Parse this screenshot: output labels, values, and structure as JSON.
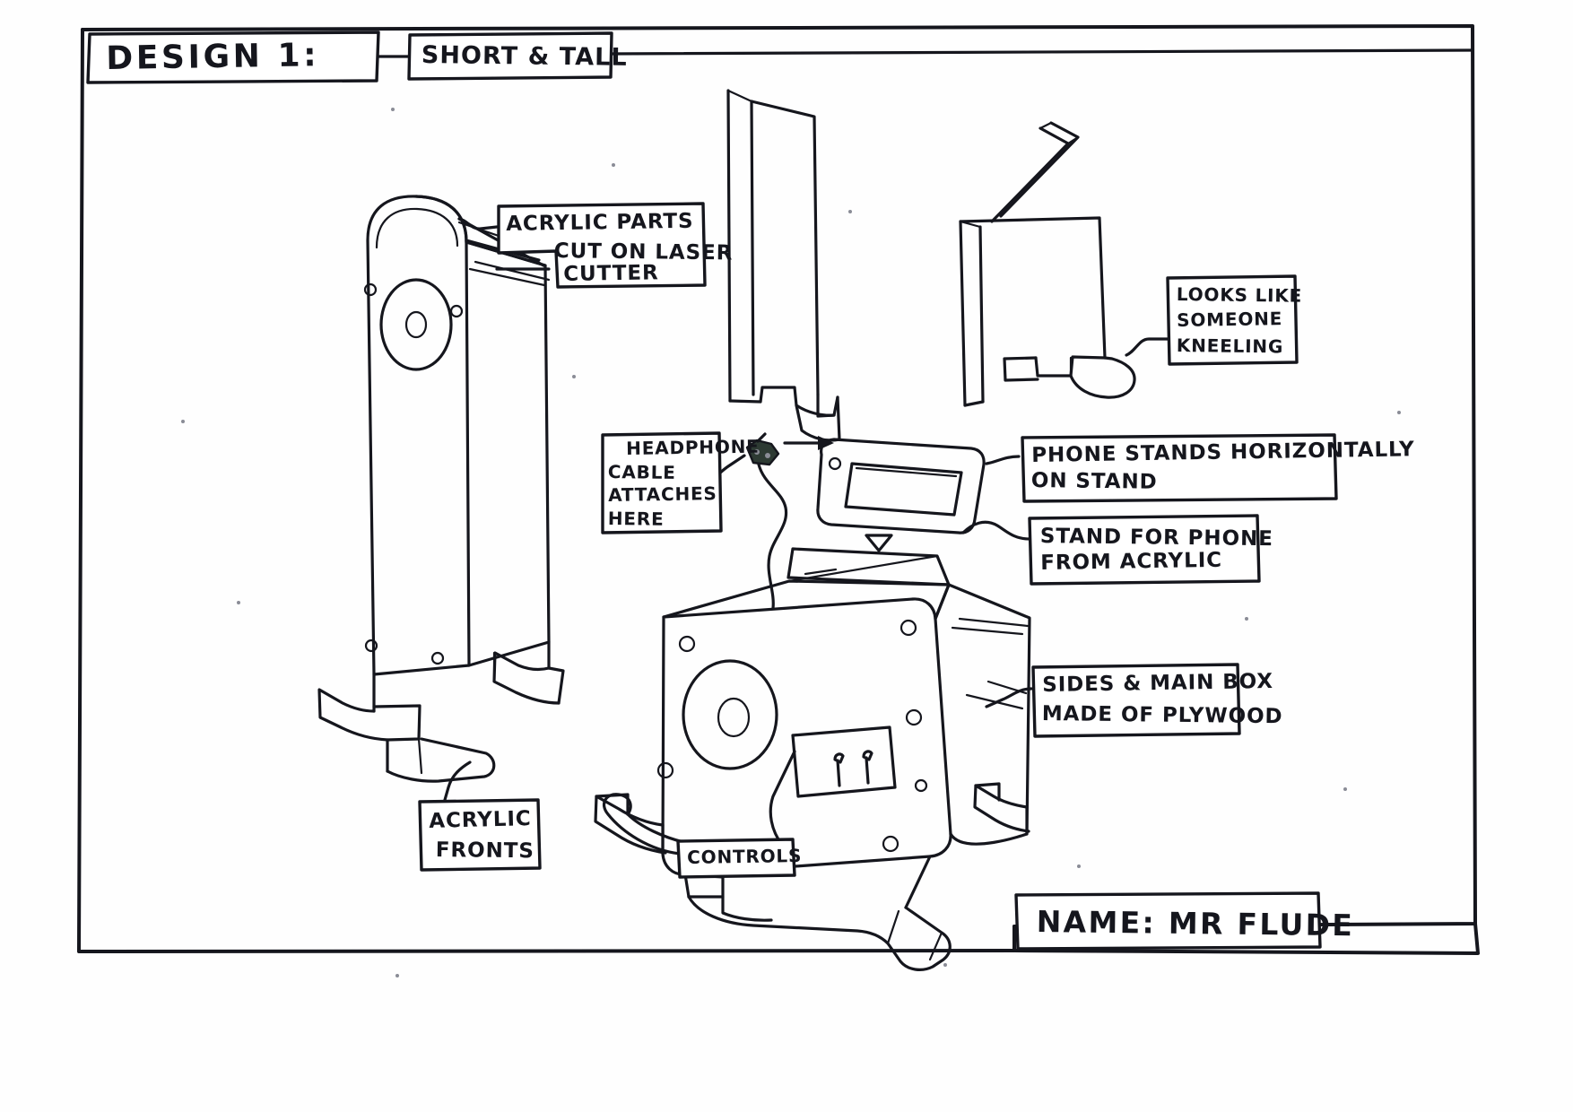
{
  "sheet": {
    "title_box": "DESIGN 1:",
    "subtitle_box": "SHORT & TALL",
    "name_box": "NAME: MR FLUDE"
  },
  "annotations": [
    {
      "id": "acrylic-parts",
      "lines": [
        "ACRYLIC PARTS",
        "CUT ON LASER",
        "CUTTER"
      ],
      "points_to": "tall-speaker-acrylic-front"
    },
    {
      "id": "looks-like-kneeling",
      "lines": [
        "LOOKS LIKE",
        "SOMEONE",
        "KNEELING"
      ],
      "points_to": "side-profile-sketch"
    },
    {
      "id": "headphone-cable",
      "lines": [
        "HEADPHONE",
        "CABLE",
        "ATTACHES",
        "HERE"
      ],
      "points_to": "headphone-jack-plug"
    },
    {
      "id": "phone-horizontal",
      "lines": [
        "PHONE STANDS HORIZONTALLY",
        "ON STAND"
      ],
      "points_to": "phone-on-stand"
    },
    {
      "id": "stand-from-acrylic",
      "lines": [
        "STAND FOR PHONE",
        "FROM ACRYLIC"
      ],
      "points_to": "phone-stand"
    },
    {
      "id": "sides-plywood",
      "lines": [
        "SIDES & MAIN BOX",
        "MADE OF PLYWOOD"
      ],
      "points_to": "main-box"
    },
    {
      "id": "acrylic-fronts",
      "lines": [
        "ACRYLIC",
        "FRONTS"
      ],
      "points_to": "tall-speaker-foot"
    },
    {
      "id": "controls",
      "lines": [
        "CONTROLS"
      ],
      "points_to": "control-panel"
    }
  ],
  "colors": {
    "ink": "#15161d",
    "paper": "#fefefe",
    "plug": "#2d3a33"
  }
}
